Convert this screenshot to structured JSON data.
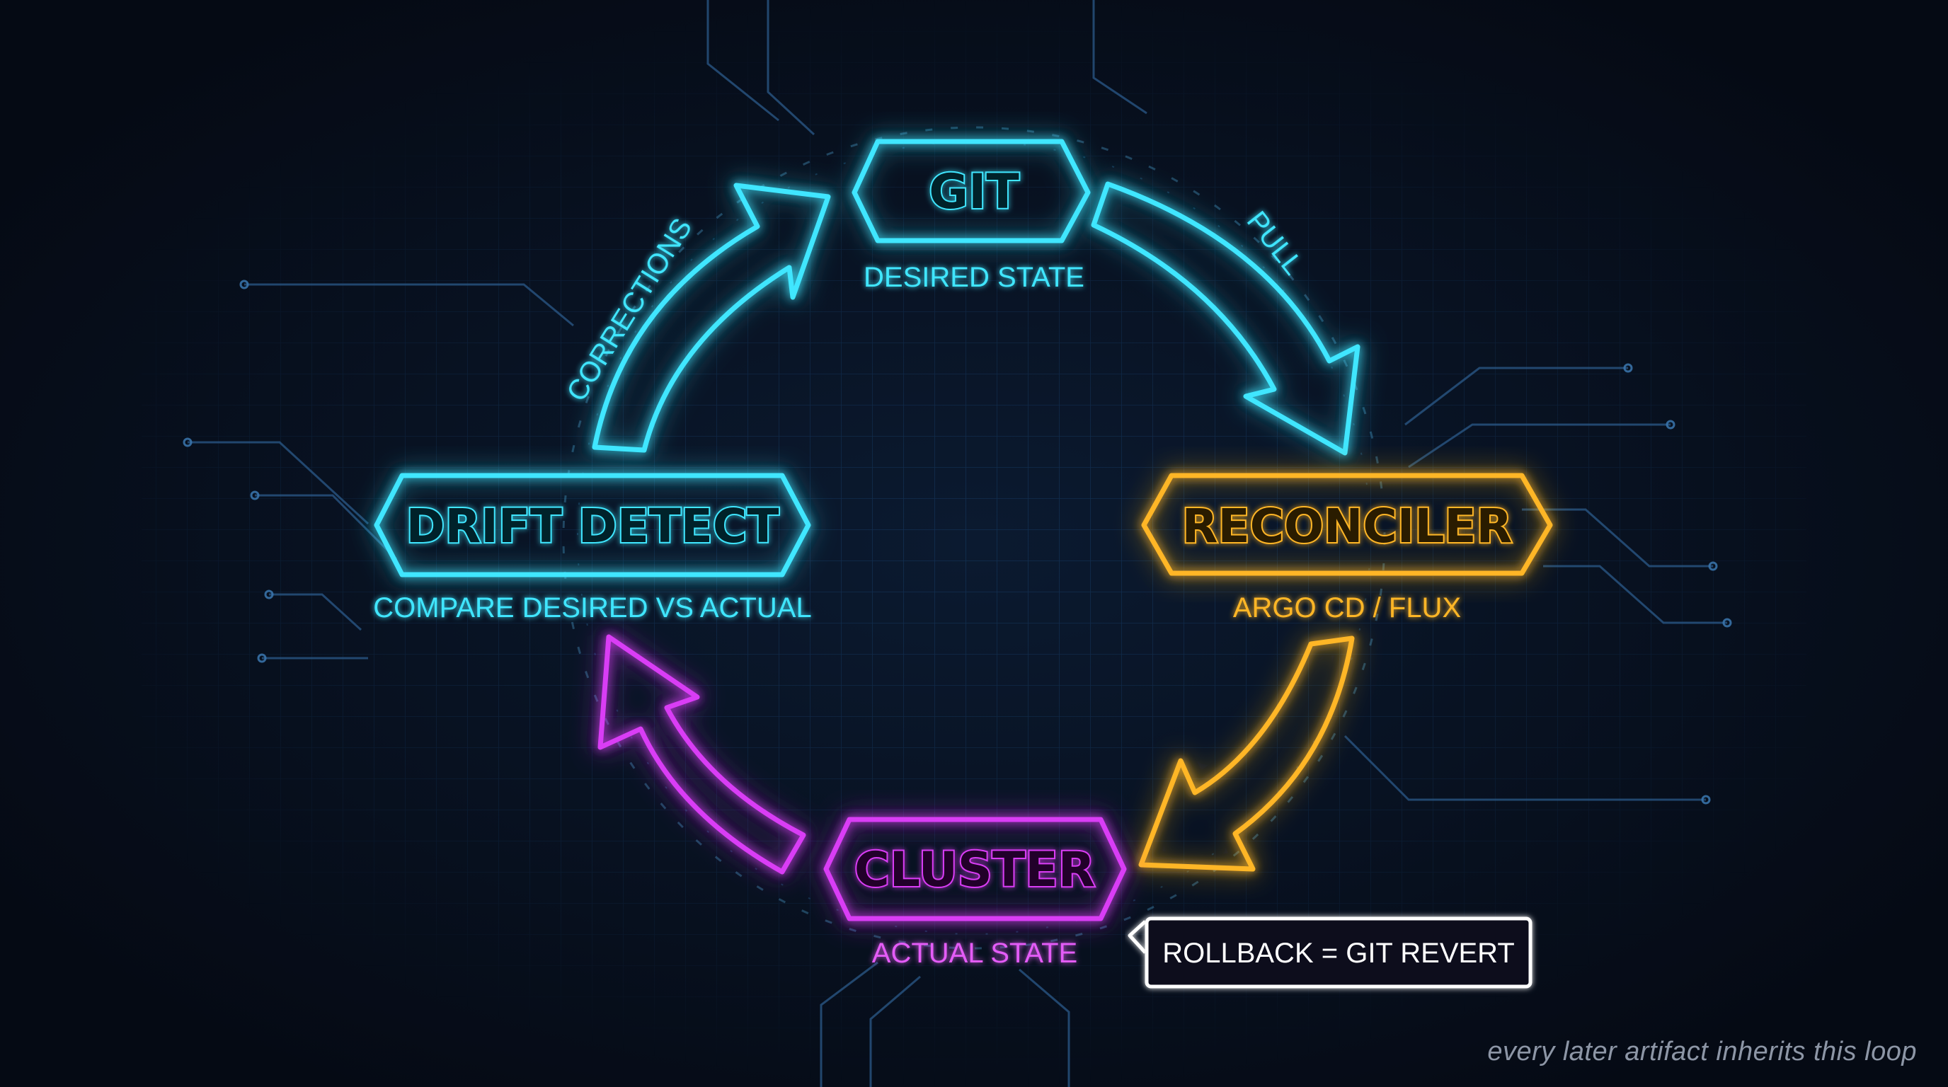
{
  "colors": {
    "background": "#070d1a",
    "grid": "#143459",
    "circuit": "#2b5a8a",
    "cyan": "#3fe6ff",
    "amber": "#ffb627",
    "magenta": "#d93cf5",
    "white": "#ffffff",
    "note": "#8d96a6"
  },
  "nodes": {
    "git": {
      "title": "GIT",
      "subtitle": "DESIRED STATE"
    },
    "reconciler": {
      "title": "RECONCILER",
      "subtitle": "ARGO CD / FLUX"
    },
    "cluster": {
      "title": "CLUSTER",
      "subtitle": "ACTUAL STATE"
    },
    "drift": {
      "title": "DRIFT DETECT",
      "subtitle": "COMPARE DESIRED VS ACTUAL"
    }
  },
  "edges": {
    "git_to_reconciler": "PULL",
    "drift_to_git": "CORRECTIONS"
  },
  "callout": {
    "text": "ROLLBACK = GIT REVERT"
  },
  "footer": {
    "note": "every later artifact inherits this loop"
  }
}
